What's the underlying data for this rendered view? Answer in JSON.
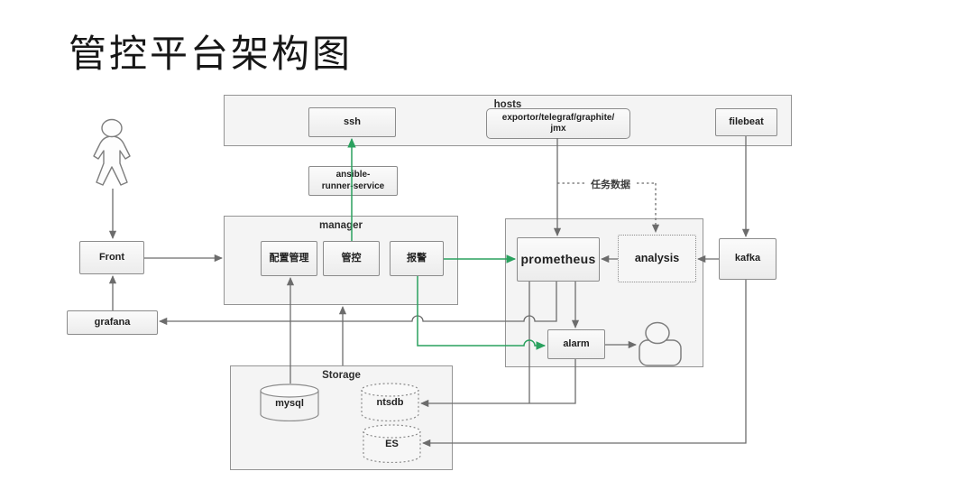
{
  "title": "管控平台架构图",
  "colors": {
    "accent_green": "#2aa15e",
    "line_gray": "#6c6c6c",
    "node_border": "#8b8b8b",
    "container_fill": "#f4f4f4"
  },
  "containers": {
    "hosts": {
      "label": "hosts"
    },
    "manager": {
      "label": "manager"
    },
    "storage": {
      "label": "Storage"
    }
  },
  "nodes": {
    "ssh": {
      "label": "ssh"
    },
    "exporter": {
      "line1": "exportor/telegraf/graphite/",
      "line2": "jmx"
    },
    "filebeat": {
      "label": "filebeat"
    },
    "ansible_runner": {
      "line1": "ansible-",
      "line2": "runner-service"
    },
    "config_management": {
      "label": "配置管理"
    },
    "control": {
      "label": "管控"
    },
    "alert": {
      "label": "报警"
    },
    "prometheus": {
      "label": "prometheus"
    },
    "analysis": {
      "label": "analysis"
    },
    "kafka": {
      "label": "kafka"
    },
    "alarm": {
      "label": "alarm"
    },
    "front": {
      "label": "Front"
    },
    "grafana": {
      "label": "grafana"
    },
    "mysql": {
      "label": "mysql"
    },
    "ntsdb": {
      "label": "ntsdb"
    },
    "es": {
      "label": "ES"
    }
  },
  "edge_labels": {
    "task_data": "任务数据"
  }
}
